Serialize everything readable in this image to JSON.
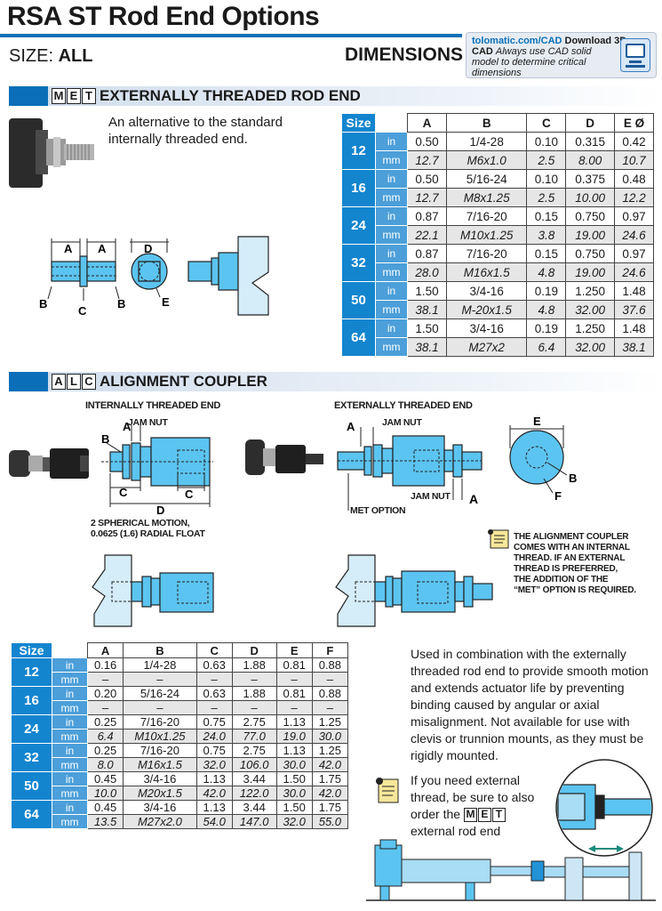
{
  "page": {
    "title": "RSA ST Rod End Options",
    "size_label": "SIZE:",
    "size_value": "ALL",
    "dimensions_label": "DIMENSIONS"
  },
  "cad": {
    "url": "tolomatic.com/CAD",
    "download": "Download 3D",
    "cad_word": "CAD",
    "note": "Always use CAD solid model to determine critical dimensions"
  },
  "met": {
    "code": [
      "M",
      "E",
      "T"
    ],
    "title": "EXTERNALLY THREADED ROD END",
    "description": "An alternative to the standard internally threaded end.",
    "diagram_labels": {
      "a": "A",
      "b1": "B",
      "b2": "B",
      "c": "C",
      "d": "D",
      "e": "E"
    },
    "table": {
      "size_header": "Size",
      "columns": [
        "A",
        "B",
        "C",
        "D",
        "E Ø"
      ],
      "rows": [
        {
          "size": "12",
          "in": [
            "0.50",
            "1/4-28",
            "0.10",
            "0.315",
            "0.42"
          ],
          "mm": [
            "12.7",
            "M6x1.0",
            "2.5",
            "8.00",
            "10.7"
          ]
        },
        {
          "size": "16",
          "in": [
            "0.50",
            "5/16-24",
            "0.10",
            "0.375",
            "0.48"
          ],
          "mm": [
            "12.7",
            "M8x1.25",
            "2.5",
            "10.00",
            "12.2"
          ]
        },
        {
          "size": "24",
          "in": [
            "0.87",
            "7/16-20",
            "0.15",
            "0.750",
            "0.97"
          ],
          "mm": [
            "22.1",
            "M10x1.25",
            "3.8",
            "19.00",
            "24.6"
          ]
        },
        {
          "size": "32",
          "in": [
            "0.87",
            "7/16-20",
            "0.15",
            "0.750",
            "0.97"
          ],
          "mm": [
            "28.0",
            "M16x1.5",
            "4.8",
            "19.00",
            "24.6"
          ]
        },
        {
          "size": "50",
          "in": [
            "1.50",
            "3/4-16",
            "0.19",
            "1.250",
            "1.48"
          ],
          "mm": [
            "38.1",
            "M-20x1.5",
            "4.8",
            "32.00",
            "37.6"
          ]
        },
        {
          "size": "64",
          "in": [
            "1.50",
            "3/4-16",
            "0.19",
            "1.250",
            "1.48"
          ],
          "mm": [
            "38.1",
            "M27x2",
            "6.4",
            "32.00",
            "38.1"
          ]
        }
      ]
    }
  },
  "alc": {
    "code": [
      "A",
      "L",
      "C"
    ],
    "title": "ALIGNMENT COUPLER",
    "internal_heading": "INTERNALLY THREADED END",
    "external_heading": "EXTERNALLY THREADED END",
    "jam_nut": "JAM NUT",
    "jam_nut2": "JAM NUT",
    "jam_nut3": "JAM NUT",
    "met_option": "MET OPTION",
    "spherical": "2 SPHERICAL MOTION,",
    "float": "0.0625 (1.6) RADIAL FLOAT",
    "diagram_labels": {
      "a1": "A",
      "b1": "B",
      "c1": "C",
      "c2": "C",
      "d1": "D",
      "a2": "A",
      "a3": "A",
      "e1": "E",
      "b2": "B",
      "f1": "F"
    },
    "note_lines": [
      "THE ALIGNMENT COUPLER",
      "COMES WITH AN INTERNAL",
      "THREAD. IF AN EXTERNAL",
      "THREAD IS PREFERRED,",
      "THE ADDITION OF THE",
      "“MET” OPTION IS REQUIRED."
    ],
    "description": "Used in combination with the externally threaded rod end to provide smooth motion and extends actuator life by  preventing binding caused by angular or axial misalignment. Not available for use with clevis or trunnion mounts, as they must be rigidly mounted.",
    "external_note_pre": "If you need external thread, be sure to also order the",
    "external_note_post": "external rod end",
    "table": {
      "size_header": "Size",
      "columns": [
        "A",
        "B",
        "C",
        "D",
        "E",
        "F"
      ],
      "rows": [
        {
          "size": "12",
          "in": [
            "0.16",
            "1/4-28",
            "0.63",
            "1.88",
            "0.81",
            "0.88"
          ],
          "mm": [
            "–",
            "–",
            "–",
            "–",
            "–",
            "–"
          ]
        },
        {
          "size": "16",
          "in": [
            "0.20",
            "5/16-24",
            "0.63",
            "1.88",
            "0.81",
            "0.88"
          ],
          "mm": [
            "–",
            "–",
            "–",
            "–",
            "–",
            "–"
          ]
        },
        {
          "size": "24",
          "in": [
            "0.25",
            "7/16-20",
            "0.75",
            "2.75",
            "1.13",
            "1.25"
          ],
          "mm": [
            "6.4",
            "M10x1.25",
            "24.0",
            "77.0",
            "19.0",
            "30.0"
          ]
        },
        {
          "size": "32",
          "in": [
            "0.25",
            "7/16-20",
            "0.75",
            "2.75",
            "1.13",
            "1.25"
          ],
          "mm": [
            "8.0",
            "M16x1.5",
            "32.0",
            "106.0",
            "30.0",
            "42.0"
          ]
        },
        {
          "size": "50",
          "in": [
            "0.45",
            "3/4-16",
            "1.13",
            "3.44",
            "1.50",
            "1.75"
          ],
          "mm": [
            "10.0",
            "M20x1.5",
            "42.0",
            "122.0",
            "30.0",
            "42.0"
          ]
        },
        {
          "size": "64",
          "in": [
            "0.45",
            "3/4-16",
            "1.13",
            "3.44",
            "1.50",
            "1.75"
          ],
          "mm": [
            "13.5",
            "M27x2.0",
            "54.0",
            "147.0",
            "32.0",
            "55.0"
          ]
        }
      ]
    }
  },
  "units": {
    "in": "in",
    "mm": "mm"
  },
  "colors": {
    "accent": "#0a6fb8",
    "part_fill": "#5cc4f0",
    "table_size": "#1385cf"
  }
}
